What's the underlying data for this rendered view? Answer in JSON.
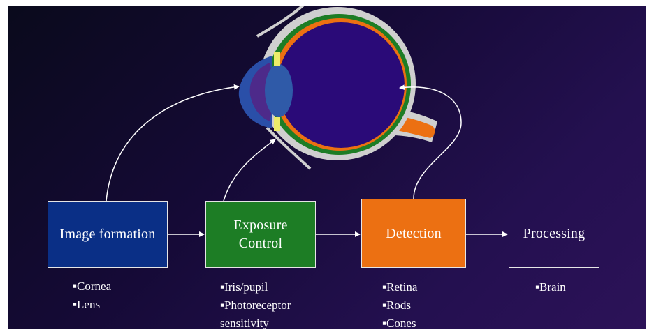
{
  "diagram": {
    "stages": [
      {
        "title": "Image formation",
        "items": [
          "▪Cornea",
          "▪Lens"
        ]
      },
      {
        "title_lines": [
          "Exposure",
          "Control"
        ],
        "items": [
          "▪Iris/pupil",
          "▪Photoreceptor",
          "sensitivity"
        ]
      },
      {
        "title": "Detection",
        "items": [
          "▪Retina",
          "▪Rods",
          "▪Cones"
        ]
      },
      {
        "title": "Processing",
        "items": [
          "▪Brain"
        ]
      }
    ]
  },
  "colors": {
    "background_dark": "#0a0a1c",
    "background_purple": "#2c1258",
    "image_formation": "#0a2f86",
    "exposure_control": "#1d7d25",
    "detection": "#ec7012",
    "box_border": "#e6e6e6",
    "eye_interior": "#2a0a78",
    "eye_sclera": "#cfcfcf",
    "eye_choroid": "#1d7d25",
    "eye_retina": "#ec7012",
    "eye_cornea": "#2a4fa8",
    "eye_lens": "#2f5aa8",
    "eye_iris": "#ecec6a",
    "aqueous": "#4d2a8a"
  },
  "icons": [
    "eye-cross-section-icon",
    "arrow-right-icon",
    "curved-arrow-icon"
  ]
}
